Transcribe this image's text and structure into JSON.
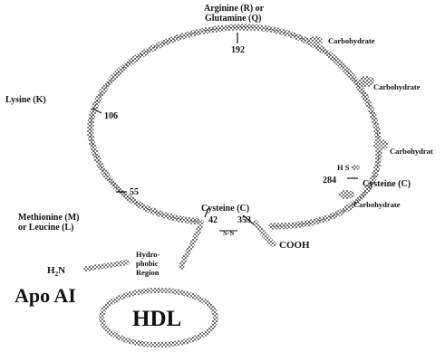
{
  "labels": {
    "arginine_line1": "Arginine (R) or",
    "arginine_line2": "Glutamine (Q)",
    "pos192": "192",
    "lysine": "Lysine (K)",
    "pos106": "106",
    "pos55": "55",
    "methionine_line1": "Methionine (M)",
    "methionine_line2": "or Leucine (L)",
    "cysteine_c1": "Cysteine (C)",
    "pos42": "42",
    "pos353": "353",
    "ss": "S-S",
    "cooh": "COOH",
    "hs": "H S",
    "pos284": "284",
    "cysteine_c2": "Cysteine (C)",
    "carbohydrate_1": "Carbohydrate",
    "carbohydrate_2": "Carbohydrate",
    "carbohydrate_3": "Carbohydrat",
    "carbohydrate_4": "Carbohydrate",
    "hydrophobic_line1": "Hydro-",
    "hydrophobic_line2": "phobic",
    "hydrophobic_line3": "Region",
    "h2n_h": "H",
    "h2n_sub": "2",
    "h2n_n": "N",
    "apo": "Apo AI",
    "hdl": "HDL"
  }
}
